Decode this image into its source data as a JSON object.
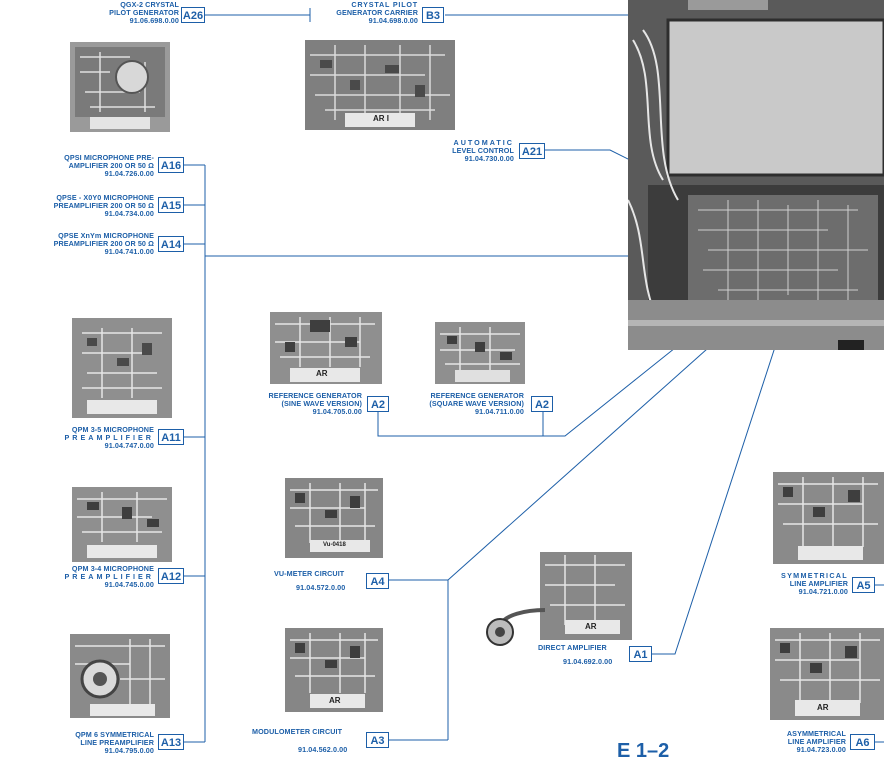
{
  "page_number": "E 1–2",
  "modules": {
    "a26": {
      "line1": "QGX-2  CRYSTAL",
      "line2": "PILOT GENERATOR",
      "number": "91.06.698.0.00",
      "badge": "A26"
    },
    "b3": {
      "line1": "CRYSTAL PILOT",
      "line2": "GENERATOR CARRIER",
      "number": "91.04.698.0.00",
      "badge": "B3"
    },
    "a21": {
      "line1": "AUTOMATIC",
      "line2": "LEVEL CONTROL",
      "number": "91.04.730.0.00",
      "badge": "A21"
    },
    "a16": {
      "line1": "QPSI MICROPHONE PRE-",
      "line2": "AMPLIFIER 200 OR 50 Ω",
      "number": "91.04.726.0.00",
      "badge": "A16"
    },
    "a15": {
      "line1": "QPSE - X0Y0  MICROPHONE",
      "line2": "PREAMPLIFIER 200 OR 50 Ω",
      "number": "91.04.734.0.00",
      "badge": "A15"
    },
    "a14": {
      "line1": "QPSE  XnYm  MICROPHONE",
      "line2": "PREAMPLIFIER 200 OR 50 Ω",
      "number": "91.04.741.0.00",
      "badge": "A14"
    },
    "a2_sine": {
      "line1": "REFERENCE GENERATOR",
      "line2": "(SINE WAVE VERSION)",
      "number": "91.04.705.0.00",
      "badge": "A2"
    },
    "a2_square": {
      "line1": "REFERENCE GENERATOR",
      "line2": "(SQUARE WAVE VERSION)",
      "number": "91.04.711.0.00",
      "badge": "A2"
    },
    "a11": {
      "line1": "QPM 3-5 MICROPHONE",
      "line2": "PREAMPLIFIER",
      "number": "91.04.747.0.00",
      "badge": "A11"
    },
    "a12": {
      "line1": "QPM 3-4 MICROPHONE",
      "line2": "PREAMPLIFIER",
      "number": "91.04.745.0.00",
      "badge": "A12"
    },
    "a4": {
      "line1": "VU-METER CIRCUIT",
      "number": "91.04.572.0.00",
      "badge": "A4"
    },
    "a3": {
      "line1": "MODULOMETER CIRCUIT",
      "number": "91.04.562.0.00",
      "badge": "A3"
    },
    "a1": {
      "line1": "DIRECT AMPLIFIER",
      "number": "91.04.692.0.00",
      "badge": "A1"
    },
    "a5": {
      "line1": "SYMMETRICAL",
      "line2": "LINE AMPLIFIER",
      "number": "91.04.721.0.00",
      "badge": "A5"
    },
    "a13": {
      "line1": "QPM 6 SYMMETRICAL",
      "line2": "LINE PREAMPLIFIER",
      "number": "91.04.795.0.00",
      "badge": "A13"
    },
    "a6": {
      "line1": "ASYMMETRICAL",
      "line2": "LINE AMPLIFIER",
      "number": "91.04.723.0.00",
      "badge": "A6"
    }
  },
  "board_markings": {
    "b3_board": "AR I",
    "a2_board": "AR",
    "a4_board": "Vu-0418",
    "a3_board": "AR",
    "a1_board": "AR",
    "a6_board": "AR"
  },
  "colors": {
    "accent": "#1d5fa8",
    "photo_dark": "#3a3a3a",
    "photo_mid": "#8a8a8a",
    "photo_light": "#d8d8d8"
  }
}
